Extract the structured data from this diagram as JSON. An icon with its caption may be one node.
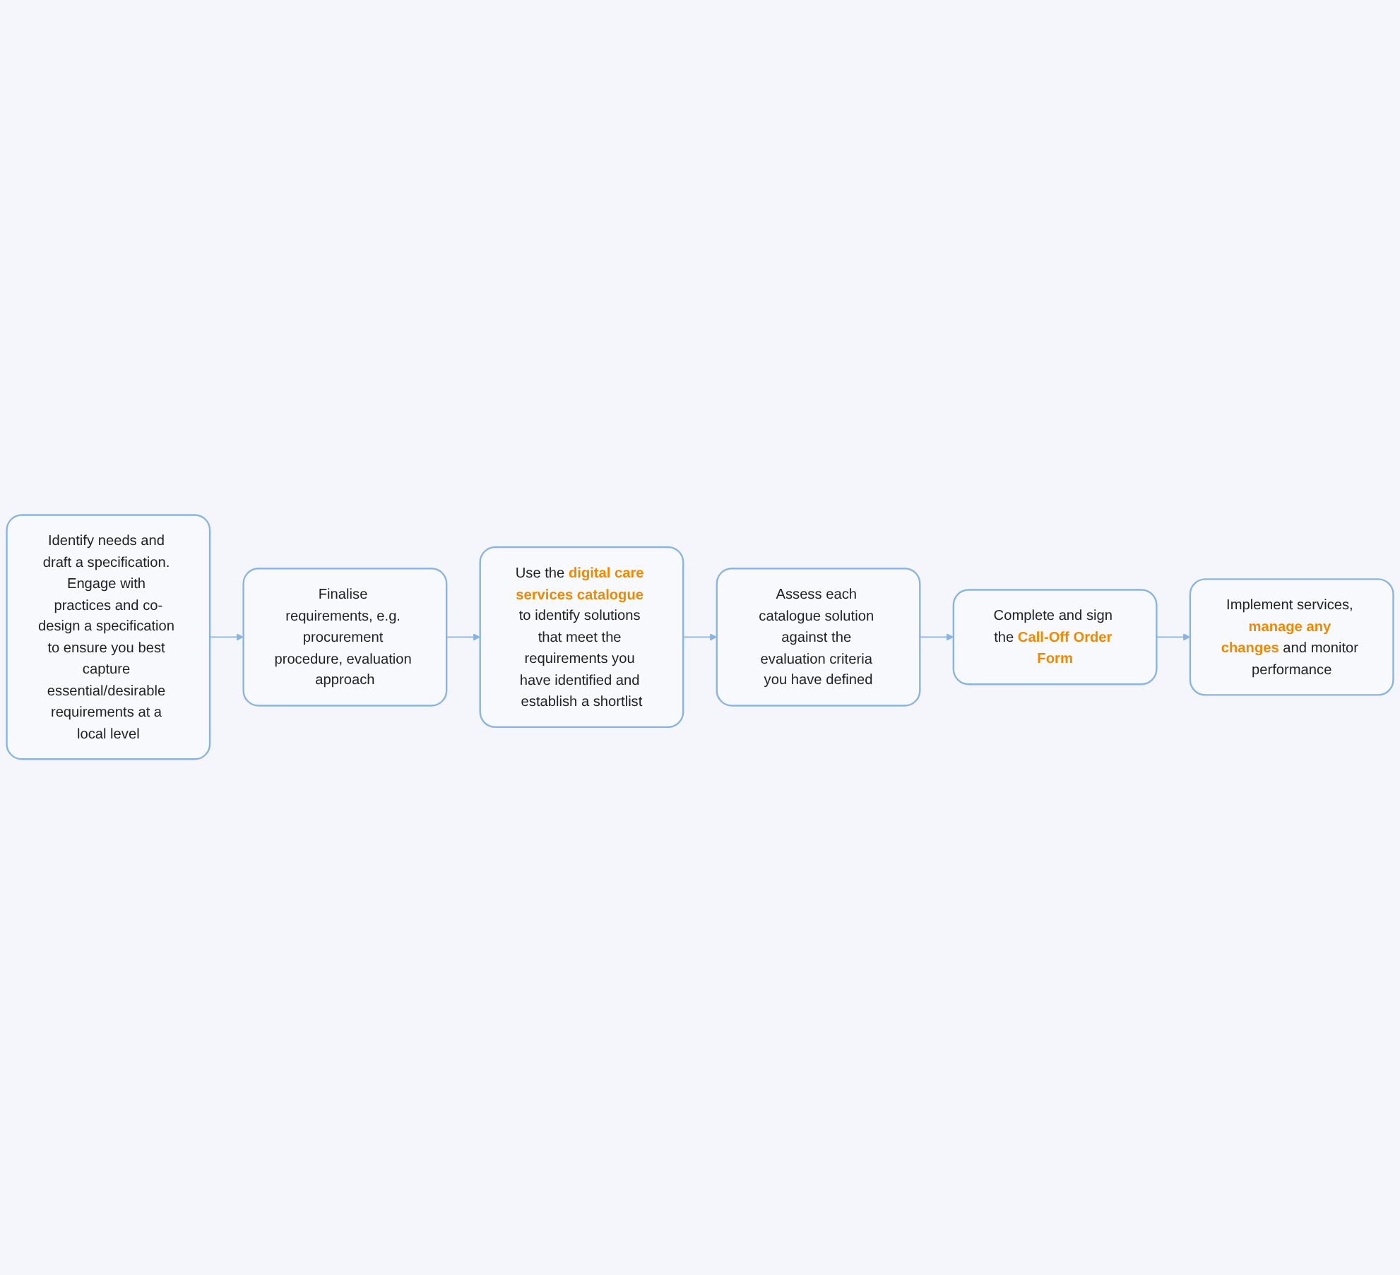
{
  "diagram": {
    "nodes": [
      {
        "text": [
          "Identify needs and draft a specification. Engage with practices and co-design a specification to ensure you best capture essential/desirable requirements at a local level"
        ]
      },
      {
        "text": [
          "Finalise requirements, e.g. procurement procedure, evaluation approach"
        ]
      },
      {
        "text": [
          "Use the **digital care services catalogue** to identify solutions that meet the requirements you have identified and establish a shortlist"
        ]
      },
      {
        "text": [
          "Implement services, **manage any changes** and monitor performance"
        ]
      },
      {
        "text": [
          "Complete and sign the **Call-Off Order Form**"
        ]
      },
      {
        "text": [
          "Assess each catalogue solution against the evaluation criteria you have defined"
        ]
      }
    ],
    "edges": [
      {
        "from": 0,
        "to": 1,
        "arrow": "to"
      },
      {
        "from": 1,
        "to": 2,
        "arrow": "to"
      },
      {
        "from": 2,
        "to": 5,
        "arrow": "to"
      },
      {
        "from": 5,
        "to": 4,
        "arrow": "to"
      },
      {
        "from": 4,
        "to": 3,
        "arrow": "to"
      }
    ]
  }
}
